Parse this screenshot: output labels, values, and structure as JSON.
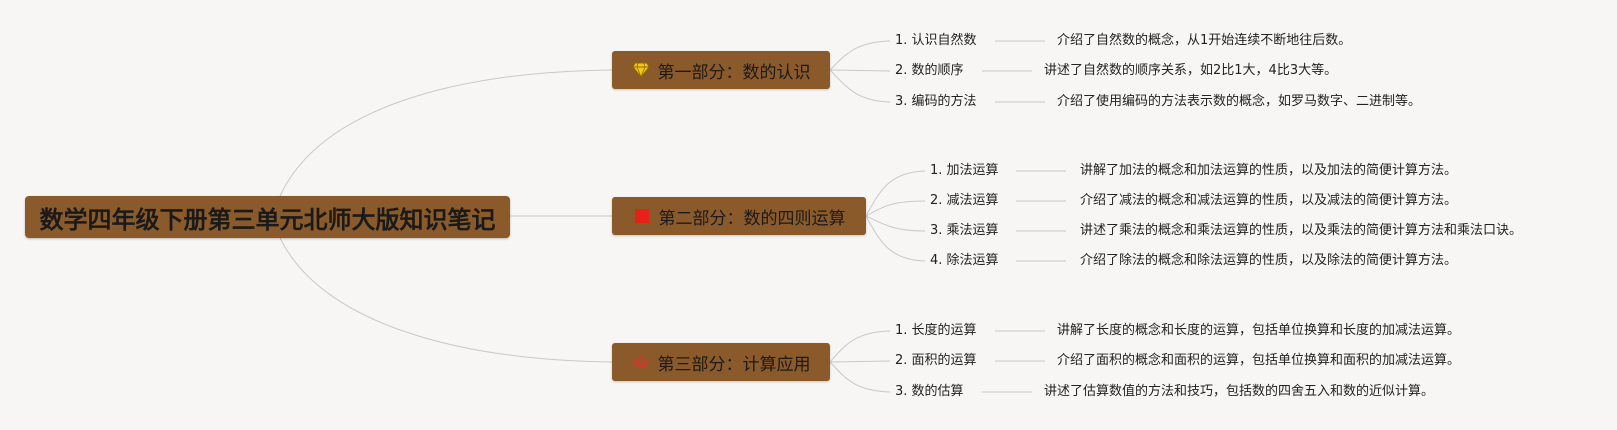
{
  "root": {
    "title": "数学四年级下册第三单元北师大版知识笔记"
  },
  "colors": {
    "node_fill": "#8b5a2b",
    "line": "#c8c8c8",
    "background": "#f7f6f4"
  },
  "branches": [
    {
      "title": "第一部分：数的认识",
      "icon": "diamond-icon",
      "items": [
        {
          "title": "1. 认识自然数",
          "desc": "介绍了自然数的概念，从1开始连续不断地往后数。"
        },
        {
          "title": "2. 数的顺序",
          "desc": "讲述了自然数的顺序关系，如2比1大，4比3大等。"
        },
        {
          "title": "3. 编码的方法",
          "desc": "介绍了使用编码的方法表示数的概念，如罗马数字、二进制等。"
        }
      ]
    },
    {
      "title": "第二部分：数的四则运算",
      "icon": "red-square-icon",
      "items": [
        {
          "title": "1. 加法运算",
          "desc": "讲解了加法的概念和加法运算的性质，以及加法的简便计算方法。"
        },
        {
          "title": "2. 减法运算",
          "desc": "介绍了减法的概念和减法运算的性质，以及减法的简便计算方法。"
        },
        {
          "title": "3. 乘法运算",
          "desc": "讲述了乘法的概念和乘法运算的性质，以及乘法的简便计算方法和乘法口诀。"
        },
        {
          "title": "4. 除法运算",
          "desc": "介绍了除法的概念和除法运算的性质，以及除法的简便计算方法。"
        }
      ]
    },
    {
      "title": "第三部分：计算应用",
      "icon": "lotus-icon",
      "items": [
        {
          "title": "1. 长度的运算",
          "desc": "讲解了长度的概念和长度的运算，包括单位换算和长度的加减法运算。"
        },
        {
          "title": "2. 面积的运算",
          "desc": "介绍了面积的概念和面积的运算，包括单位换算和面积的加减法运算。"
        },
        {
          "title": "3. 数的估算",
          "desc": "讲述了估算数值的方法和技巧，包括数的四舍五入和数的近似计算。"
        }
      ]
    }
  ]
}
